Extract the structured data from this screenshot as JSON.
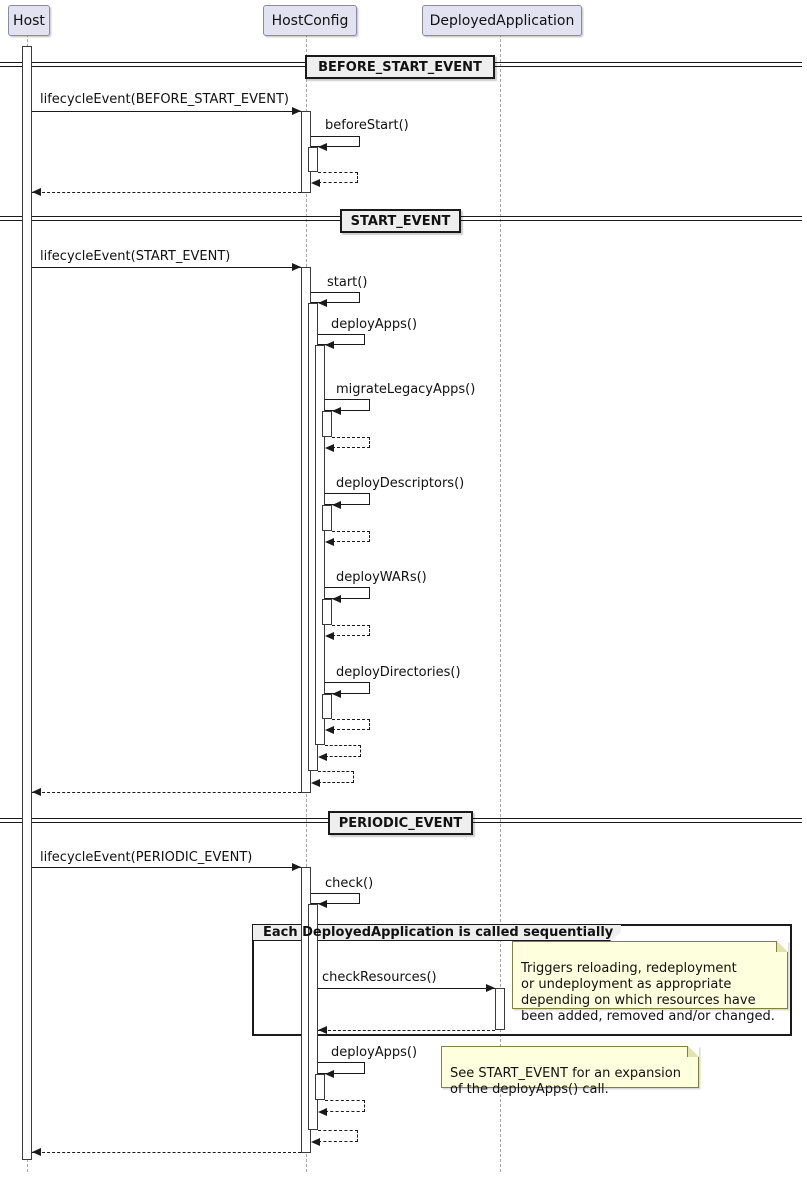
{
  "participants": [
    {
      "label": "Host"
    },
    {
      "label": "HostConfig"
    },
    {
      "label": "DeployedApplication"
    }
  ],
  "sections": [
    {
      "divider": "BEFORE_START_EVENT",
      "messages": [
        {
          "label": "lifecycleEvent(BEFORE_START_EVENT)"
        },
        {
          "label": "beforeStart()"
        }
      ]
    },
    {
      "divider": "START_EVENT",
      "messages": [
        {
          "label": "lifecycleEvent(START_EVENT)"
        },
        {
          "label": "start()"
        },
        {
          "label": "deployApps()"
        },
        {
          "label": "migrateLegacyApps()"
        },
        {
          "label": "deployDescriptors()"
        },
        {
          "label": "deployWARs()"
        },
        {
          "label": "deployDirectories()"
        }
      ]
    },
    {
      "divider": "PERIODIC_EVENT",
      "group_label": "Each DeployedApplication is called sequentially",
      "messages": [
        {
          "label": "lifecycleEvent(PERIODIC_EVENT)"
        },
        {
          "label": "check()"
        },
        {
          "label": "checkResources()"
        },
        {
          "label": "deployApps()"
        }
      ],
      "notes": [
        {
          "text": "Triggers reloading, redeployment\nor undeployment as appropriate\ndepending on which resources have\nbeen added, removed and/or changed."
        },
        {
          "text": "See START_EVENT for an expansion\nof the deployApps() call."
        }
      ]
    }
  ],
  "colors": {
    "participant_fill": "#E2E2F0",
    "participant_border": "#8A8AA8",
    "divider_fill": "#EEEEEE",
    "group_header_fill": "#EEEEEE",
    "note_fill": "#FEFFDC",
    "note_border": "#81813F",
    "line_color": "#1A1A1A",
    "lifeline_color": "#A3A3A3",
    "activation_fill": "#FEFEFE"
  }
}
